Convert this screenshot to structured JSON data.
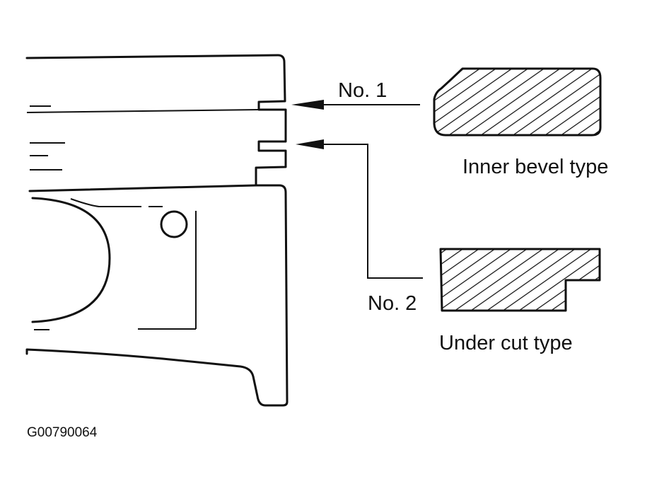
{
  "labels": {
    "no1": "No. 1",
    "no2": "No. 2",
    "inner_bevel": "Inner bevel type",
    "under_cut": "Under cut type",
    "figure_code": "G00790064"
  }
}
